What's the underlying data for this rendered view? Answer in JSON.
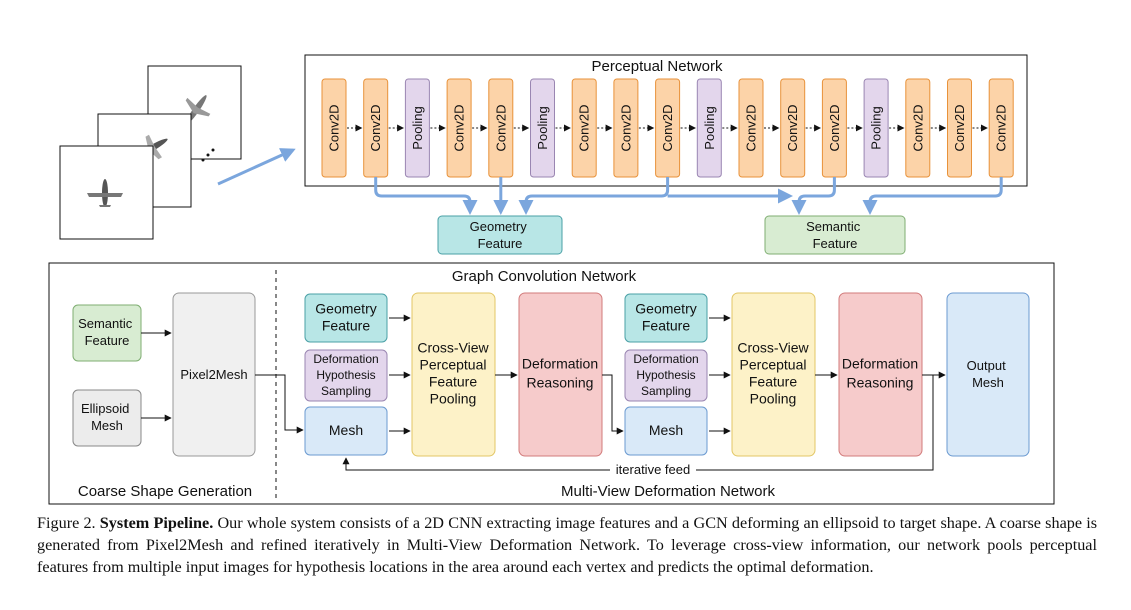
{
  "perceptual": {
    "title": "Perceptual Network",
    "layers": [
      "Conv2D",
      "Conv2D",
      "Pooling",
      "Conv2D",
      "Conv2D",
      "Pooling",
      "Conv2D",
      "Conv2D",
      "Conv2D",
      "Pooling",
      "Conv2D",
      "Conv2D",
      "Conv2D",
      "Pooling",
      "Conv2D",
      "Conv2D",
      "Conv2D"
    ]
  },
  "features": {
    "geometry": [
      "Geometry",
      "Feature"
    ],
    "semantic": [
      "Semantic",
      "Feature"
    ]
  },
  "gcn": {
    "title": "Graph Convolution Network",
    "coarse": {
      "semantic": [
        "Semantic",
        "Feature"
      ],
      "ellipsoid": [
        "Ellipsoid",
        "Mesh"
      ],
      "pixel2mesh": "Pixel2Mesh",
      "label": "Coarse Shape  Generation"
    },
    "stage": {
      "geometry": [
        "Geometry",
        "Feature"
      ],
      "hypothesis": [
        "Deformation",
        "Hypothesis",
        "Sampling"
      ],
      "mesh": "Mesh",
      "pooling": [
        "Cross-View",
        "Perceptual",
        "Feature",
        "Pooling"
      ],
      "reasoning": [
        "Deformation",
        "Reasoning"
      ]
    },
    "output": [
      "Output",
      "Mesh"
    ],
    "iterative": "iterative feed",
    "mvdn_label": "Multi-View Deformation Network"
  },
  "colors": {
    "conv": "#fcd3a8",
    "conv_border": "#e8923a",
    "pool": "#e3d6ec",
    "pool_border": "#9a86b2",
    "geometry": "#b8e6e6",
    "geometry_border": "#4aa0a6",
    "semantic": "#d8ecd2",
    "semantic_border": "#7fae72",
    "hyp": "#e3d6ec",
    "mesh": "#d9e9f8",
    "mesh_border": "#6b9ad1",
    "crossview": "#fdf2c8",
    "crossview_border": "#e3c766",
    "reasoning": "#f6cbcb",
    "reasoning_border": "#d27b7b",
    "ellipsoid": "#ececec",
    "arrow_blue": "#7ba6dd",
    "label_red": "#d42020"
  },
  "caption": {
    "lead": "Figure 2.",
    "bold": "System Pipeline.",
    "text": "Our whole system consists of a 2D CNN extracting image features and a GCN deforming an ellipsoid to target shape. A coarse shape is generated from Pixel2Mesh and refined iteratively in Multi-View Deformation Network. To leverage cross-view information, our network pools perceptual features from multiple input images for hypothesis locations in the area around each vertex and predicts the optimal deformation."
  }
}
